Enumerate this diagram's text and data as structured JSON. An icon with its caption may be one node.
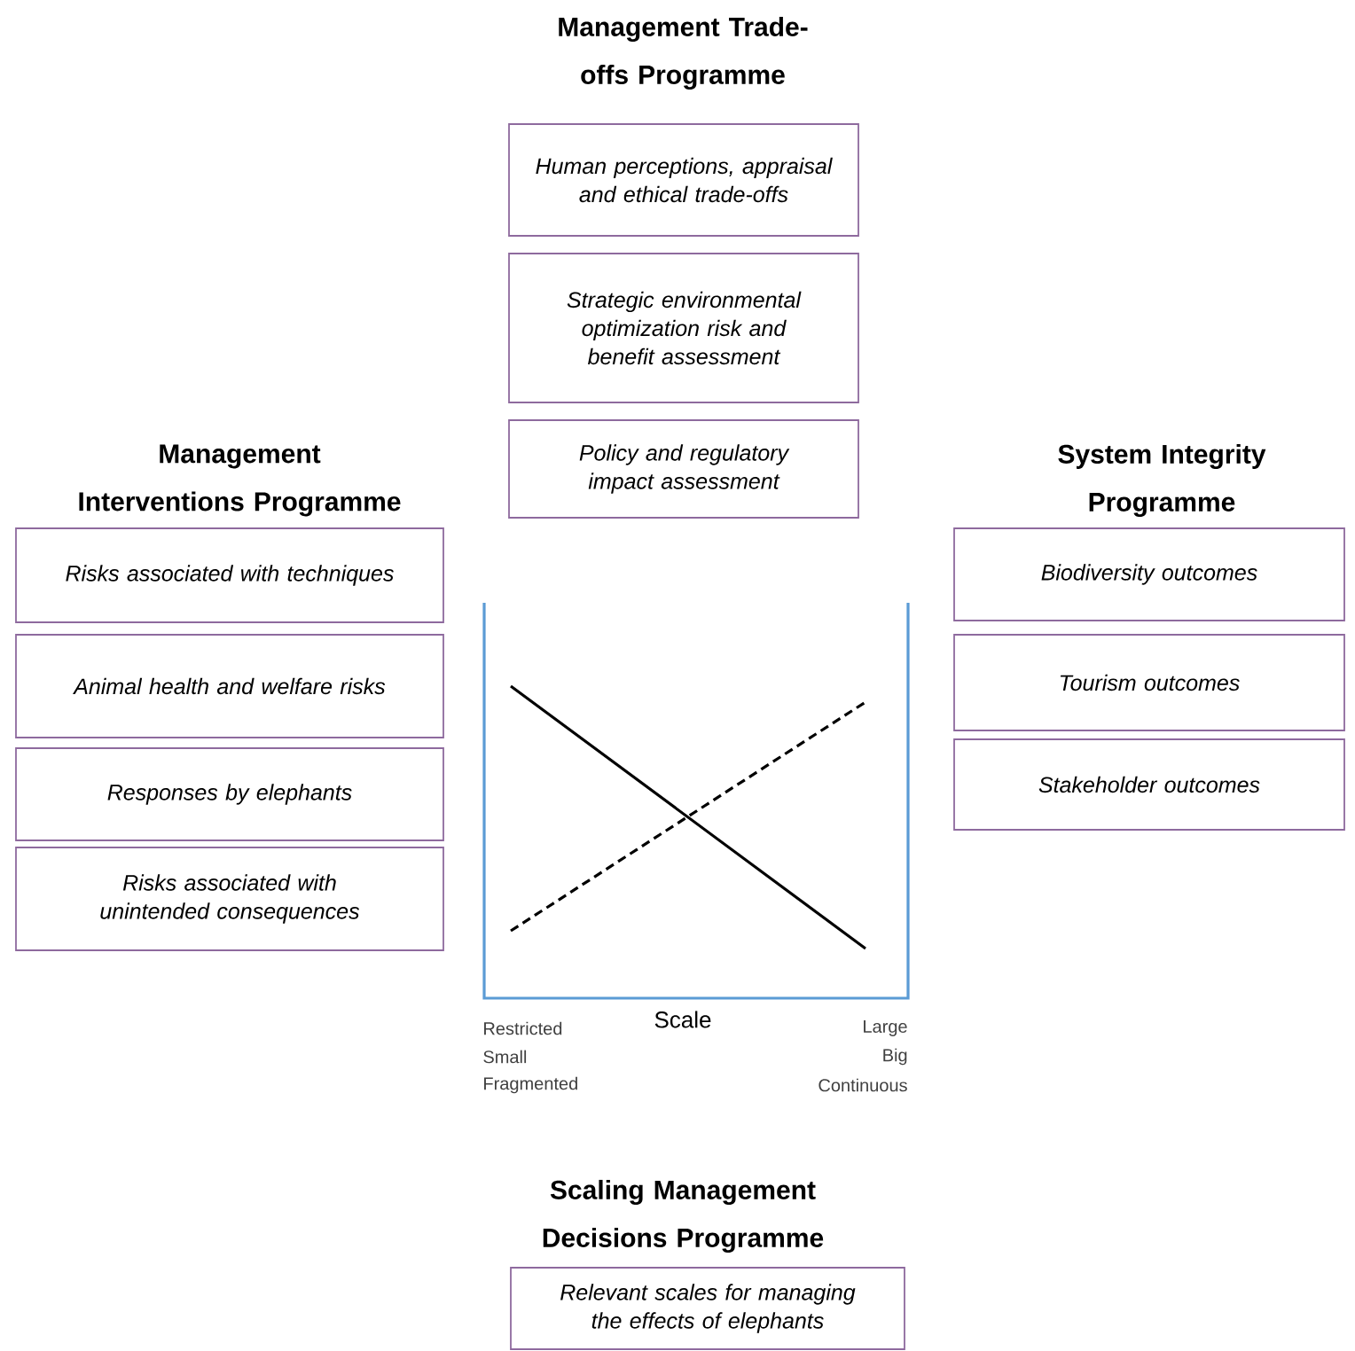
{
  "diagram": {
    "nodes": [
      {
        "text": [
          "Human perceptions, appraisal and ethical trade-offs"
        ]
      },
      {
        "text": [
          "Strategic environmental optimization risk and benefit assessment"
        ]
      },
      {
        "text": [
          "Policy and regulatory impact assessment"
        ]
      },
      {
        "text": [
          "Risks associated with techniques"
        ]
      },
      {
        "text": [
          "Animal health and welfare risks"
        ]
      },
      {
        "text": [
          "Responses by elephants"
        ]
      },
      {
        "text": [
          "Risks associated with unintended consequences"
        ]
      },
      {
        "text": [
          "Biodiversity outcomes"
        ]
      },
      {
        "text": [
          "Tourism outcomes"
        ]
      },
      {
        "text": [
          "Stakeholder outcomes"
        ]
      },
      {
        "text": [
          "Relevant scales for managing the effects of elephants"
        ]
      }
    ],
    "labels": [
      "Management Trade-offs Programme",
      "Management Interventions Programme",
      "System Integrity Programme",
      "Scale",
      "Restricted",
      "Large",
      "Small",
      "Big",
      "Fragmented",
      "Continuous",
      "Scaling Management Decisions Programme"
    ]
  }
}
